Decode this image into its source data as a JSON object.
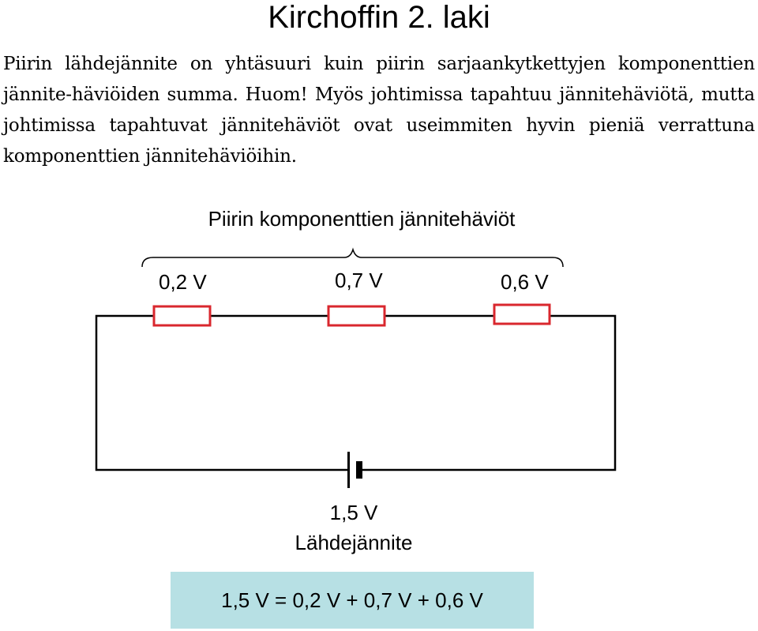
{
  "slide": {
    "title": "Kirchoffin 2. laki",
    "paragraph": "Piirin lähdejännite on yhtäsuuri kuin piirin sarjaankytkettyjen komponenttien jännite-häviöiden summa. Huom! Myös johtimissa tapahtuu jännitehäviötä, mutta johtimissa tapahtuvat jännitehäviöt ovat useimmiten hyvin pieniä verrattuna komponenttien jännitehäviöihin."
  },
  "diagram": {
    "group_label": "Piirin komponenttien jännitehäviöt",
    "components": [
      {
        "voltage": "0,2 V"
      },
      {
        "voltage": "0,7 V"
      },
      {
        "voltage": "0,6 V"
      }
    ],
    "source": {
      "voltage": "1,5 V",
      "label": "Lähdejännite"
    },
    "resistor_color": "#d9272e",
    "wire_color": "#000000"
  },
  "equation": {
    "text": "1,5 V = 0,2 V + 0,7 V + 0,6 V",
    "background": "#b7e0e4"
  }
}
